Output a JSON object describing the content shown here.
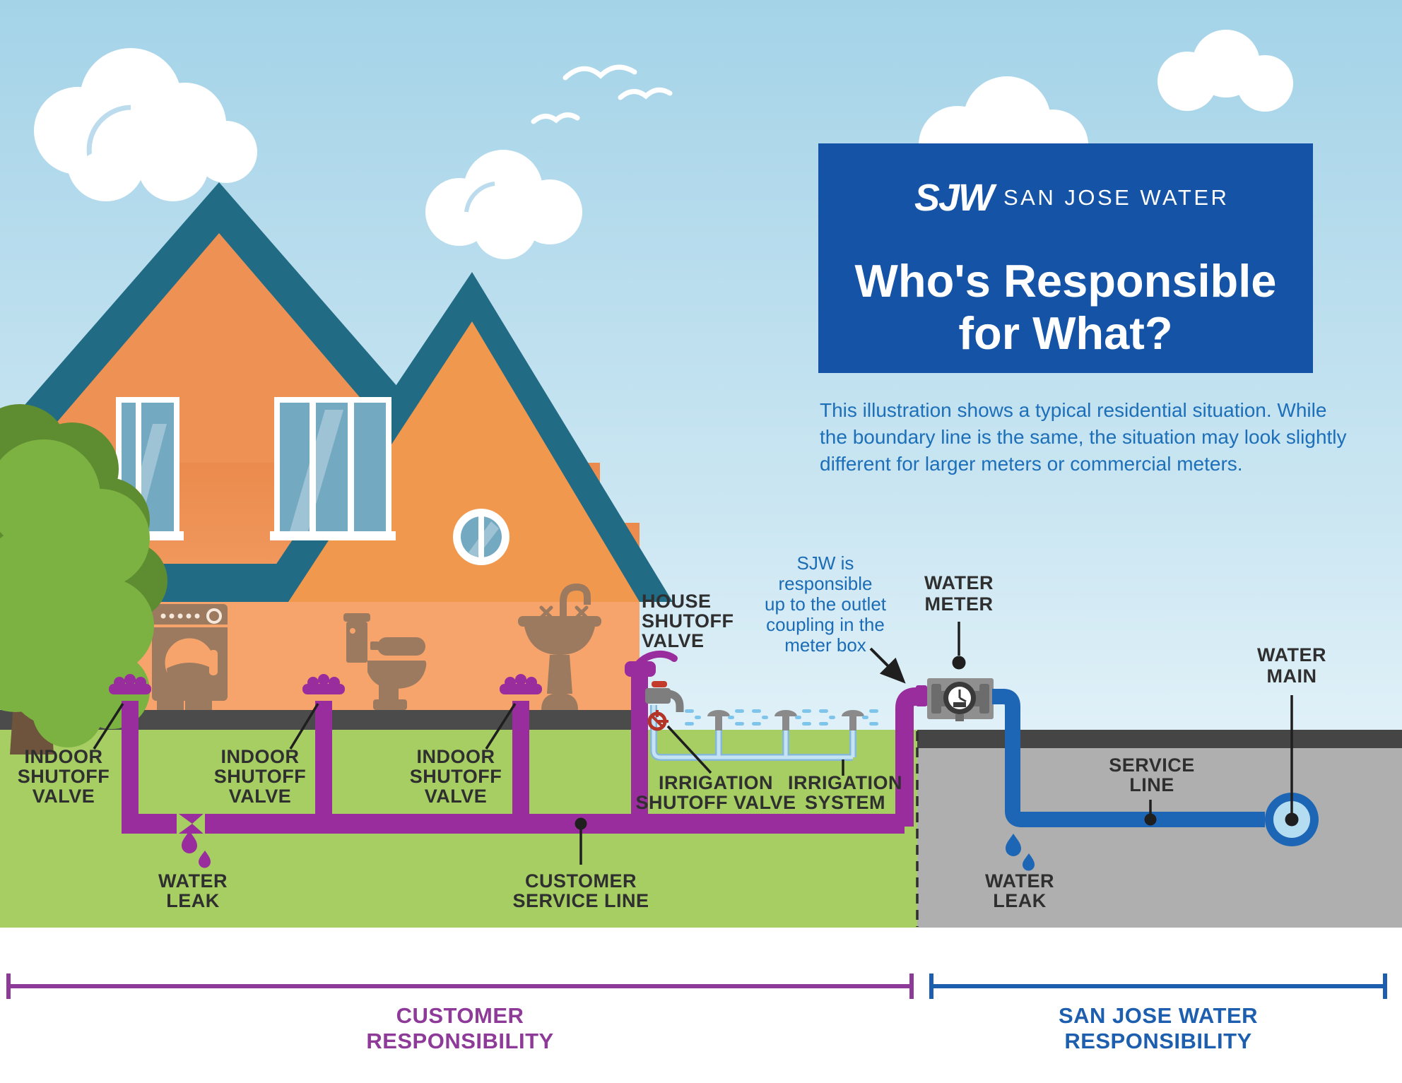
{
  "header": {
    "logo": "SJW",
    "brand": "SAN JOSE WATER",
    "title1": "Who's Responsible",
    "title2": "for What?"
  },
  "description": [
    "This illustration shows a typical residential situation. While",
    "the boundary line is the same, the situation may look slightly",
    "different for larger meters or commercial meters."
  ],
  "note": [
    "SJW is",
    "responsible",
    "up to the outlet",
    "coupling in the",
    "meter box"
  ],
  "labels": {
    "indoor1": [
      "INDOOR",
      "SHUTOFF",
      "VALVE"
    ],
    "indoor2": [
      "INDOOR",
      "SHUTOFF",
      "VALVE"
    ],
    "indoor3": [
      "INDOOR",
      "SHUTOFF",
      "VALVE"
    ],
    "water_leak_left": [
      "WATER",
      "LEAK"
    ],
    "customer_service_line": [
      "CUSTOMER",
      "SERVICE LINE"
    ],
    "house_shutoff": [
      "HOUSE",
      "SHUTOFF",
      "VALVE"
    ],
    "irrigation_valve": [
      "IRRIGATION",
      "SHUTOFF VALVE"
    ],
    "irrigation_system": [
      "IRRIGATION",
      "SYSTEM"
    ],
    "water_meter": [
      "WATER",
      "METER"
    ],
    "water_leak_right": [
      "WATER",
      "LEAK"
    ],
    "service_line": [
      "SERVICE",
      "LINE"
    ],
    "water_main": [
      "WATER",
      "MAIN"
    ]
  },
  "brackets": {
    "customer": [
      "CUSTOMER",
      "RESPONSIBILITY"
    ],
    "sjw": [
      "SAN JOSE WATER",
      "RESPONSIBILITY"
    ]
  },
  "colors": {
    "customer_purple": "#9a2d9e",
    "sjw_blue": "#1d66b5",
    "header_blue": "#1553a6",
    "roof_teal": "#226b84",
    "grass_green": "#a6ce63",
    "note_blue": "#1b6cb5"
  }
}
